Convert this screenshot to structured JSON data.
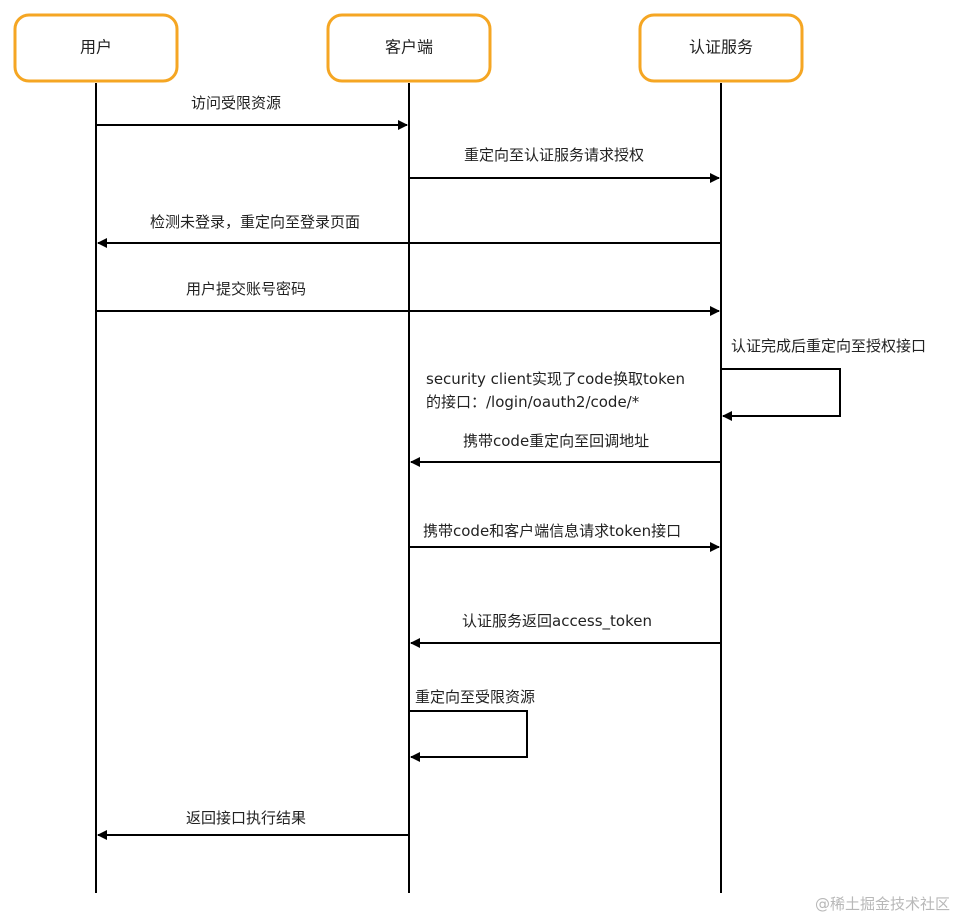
{
  "actors": [
    {
      "id": "user",
      "label": "用户"
    },
    {
      "id": "client",
      "label": "客户端"
    },
    {
      "id": "auth",
      "label": "认证服务"
    }
  ],
  "messages": [
    {
      "label": "访问受限资源"
    },
    {
      "label": "重定向至认证服务请求授权"
    },
    {
      "label": "检测未登录，重定向至登录页面"
    },
    {
      "label": "用户提交账号密码"
    },
    {
      "label": "认证完成后重定向至授权接口"
    },
    {
      "label": "携带code重定向至回调地址"
    },
    {
      "label": "携带code和客户端信息请求token接口"
    },
    {
      "label": "认证服务返回access_token"
    },
    {
      "label": "重定向至受限资源"
    },
    {
      "label": "返回接口执行结果"
    }
  ],
  "note": {
    "line1": "security client实现了code换取token",
    "line2": "的接口：/login/oauth2/code/*"
  },
  "watermark": "@稀土掘金技术社区",
  "colors": {
    "actor_border": "#f5a623",
    "line": "#000000"
  }
}
